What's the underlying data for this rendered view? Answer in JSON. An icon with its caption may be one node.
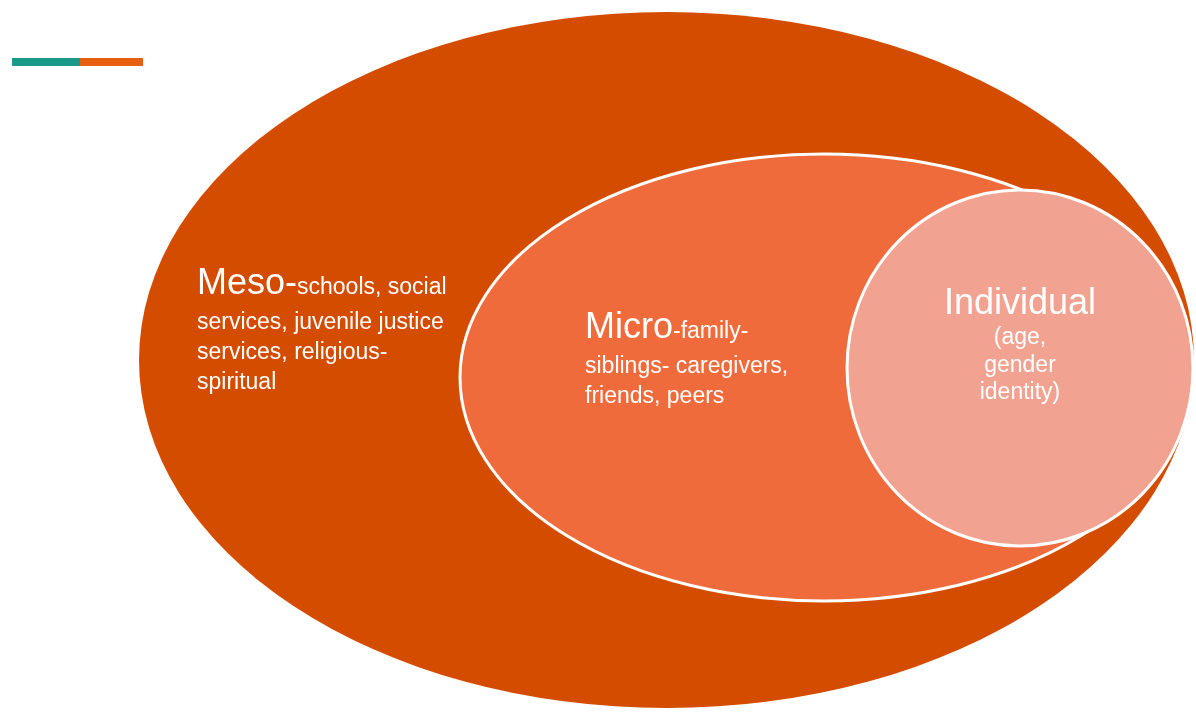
{
  "diagram": {
    "nodes": [
      {
        "text": [
          "Meso-",
          "schools, social services, juvenile justice services, religious-spiritual"
        ]
      },
      {
        "text": [
          "Micro",
          "-family- siblings- caregivers, friends, peers"
        ],
        "in": 0
      },
      {
        "text": [
          "Individual",
          "(age, gender identity)"
        ],
        "in": 1
      }
    ]
  }
}
